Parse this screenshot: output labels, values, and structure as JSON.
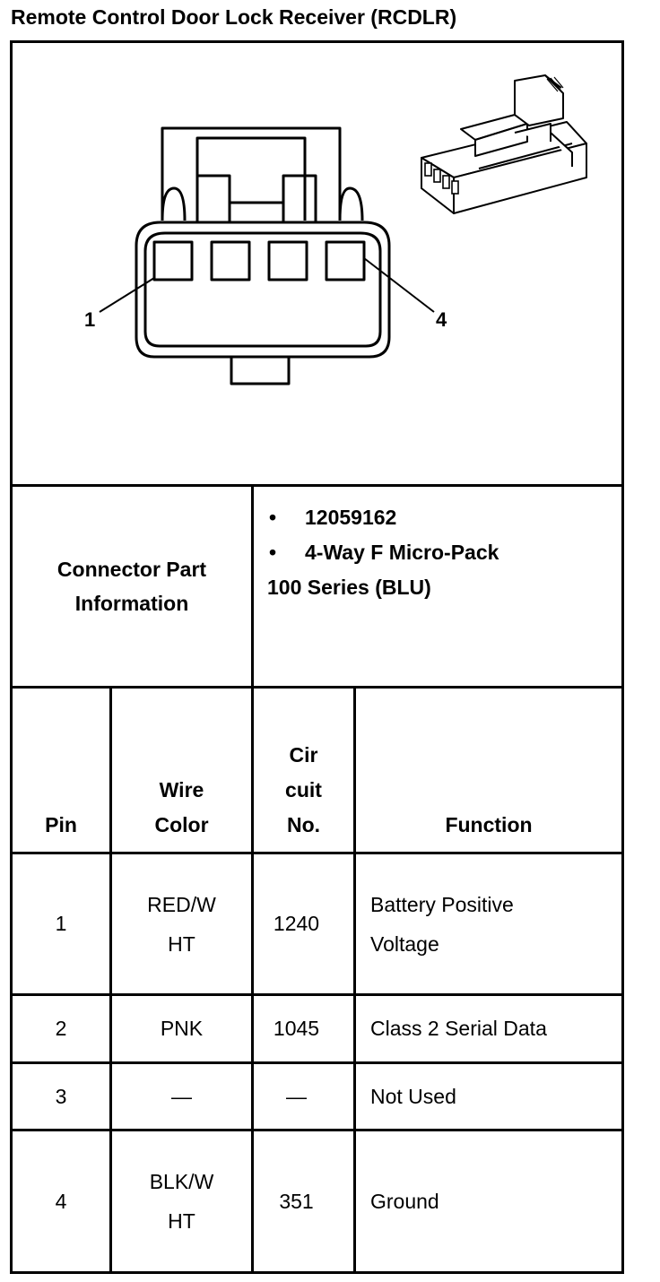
{
  "title": "Remote Control Door Lock Receiver (RCDLR)",
  "diagram": {
    "pin_label_first": "1",
    "pin_label_last": "4"
  },
  "connector": {
    "label": "Connector Part Information",
    "bullets": [
      "12059162",
      "4-Way F Micro-Pack"
    ],
    "extra_line": "100 Series (BLU)"
  },
  "table": {
    "headers": {
      "pin": "Pin",
      "wire_color": [
        "Wire",
        "Color"
      ],
      "circuit": [
        "Cir",
        "cuit",
        "No."
      ],
      "function": "Function"
    },
    "rows": [
      {
        "pin": "1",
        "wire": [
          "RED/W",
          "HT"
        ],
        "circuit": "1240",
        "function": [
          "Battery Positive",
          "Voltage"
        ]
      },
      {
        "pin": "2",
        "wire": [
          "PNK"
        ],
        "circuit": "1045",
        "function": [
          "Class 2 Serial Data"
        ]
      },
      {
        "pin": "3",
        "wire": [
          "—"
        ],
        "circuit": "—",
        "function": [
          "Not Used"
        ]
      },
      {
        "pin": "4",
        "wire": [
          "BLK/W",
          "HT"
        ],
        "circuit": "351",
        "function": [
          "Ground"
        ]
      }
    ]
  },
  "bullet_char": "•"
}
